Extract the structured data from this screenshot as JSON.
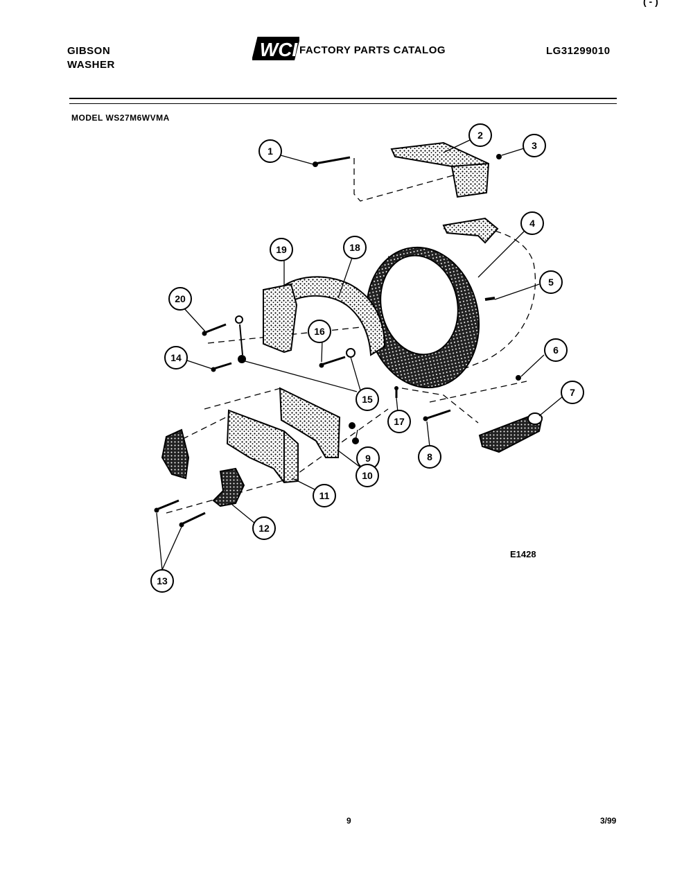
{
  "header": {
    "brand_line1": "GIBSON",
    "brand_line2": "WASHER",
    "logo_text": "WCI",
    "catalog_title": "FACTORY PARTS CATALOG",
    "catalog_number": "LG31299010",
    "model_label": "MODEL WS27M6WVMA"
  },
  "diagram": {
    "drawing_ref": "E1428",
    "callouts": [
      "1",
      "2",
      "3",
      "4",
      "5",
      "6",
      "7",
      "8",
      "9",
      "10",
      "11",
      "12",
      "13",
      "14",
      "15",
      "16",
      "17",
      "18",
      "19",
      "20"
    ]
  },
  "footer": {
    "page_number": "9",
    "date": "3/99"
  },
  "corner_mark": "( - )"
}
